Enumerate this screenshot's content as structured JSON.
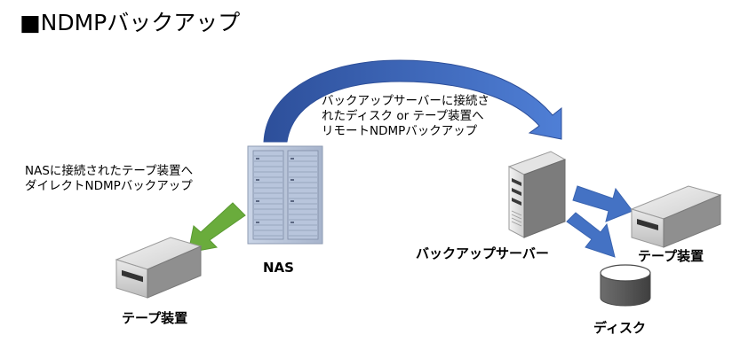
{
  "title": "■NDMPバックアップ",
  "notes": {
    "direct_line1": "NASに接続されたテープ装置へ",
    "direct_line2": "ダイレクトNDMPバックアップ",
    "remote_line1": "バックアップサーバーに接続さ",
    "remote_line2": "れたディスク or テープ装置へ",
    "remote_line3": "リモートNDMPバックアップ"
  },
  "labels": {
    "nas": "NAS",
    "backup_server": "バックアップサーバー",
    "tape_left": "テープ装置",
    "tape_right": "テープ装置",
    "disk": "ディスク"
  },
  "icons": {
    "nas": "nas-rack-icon",
    "server": "tower-server-icon",
    "tape": "tape-drive-icon",
    "disk": "disk-cylinder-icon"
  },
  "colors": {
    "curved_arrow": "#3a64b8",
    "green_arrow": "#6aac3c",
    "blue_arrow": "#4472c4"
  }
}
